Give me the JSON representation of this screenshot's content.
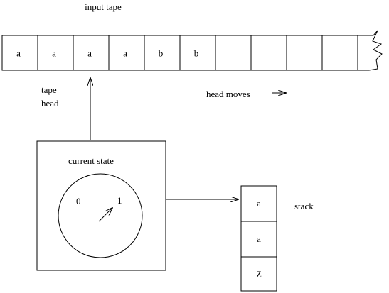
{
  "labels": {
    "input_tape": "input tape",
    "tape_head_line1": "tape",
    "tape_head_line2": "head",
    "head_moves": "head moves",
    "current_state": "current state",
    "stack": "stack"
  },
  "tape": {
    "cells": [
      "a",
      "a",
      "a",
      "a",
      "b",
      "b",
      "",
      "",
      "",
      "",
      ""
    ]
  },
  "dial": {
    "mark_0": "0",
    "mark_1": "1"
  },
  "stack": {
    "cells": [
      "a",
      "a",
      "Z"
    ]
  }
}
